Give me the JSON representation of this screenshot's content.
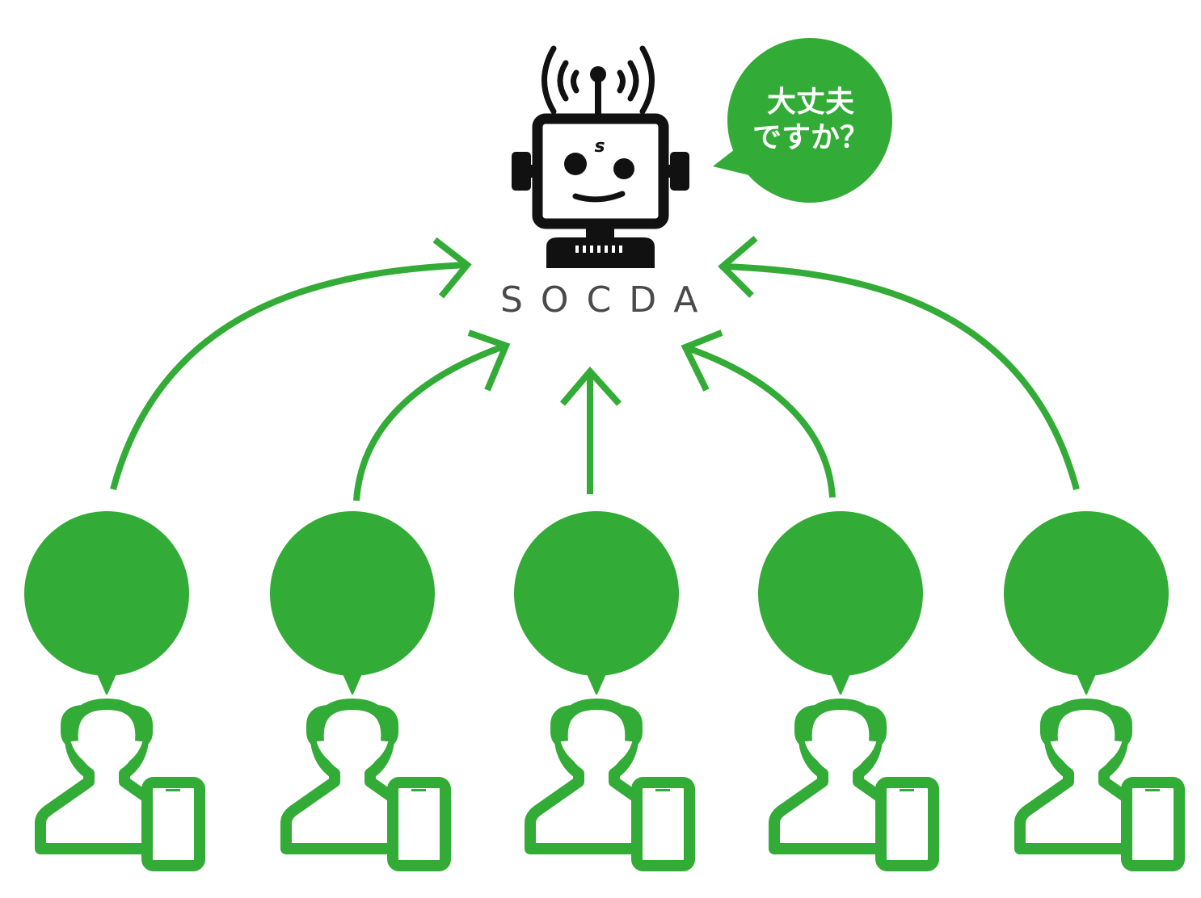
{
  "brand": {
    "name": "SOCDA",
    "icon": "robot-icon"
  },
  "speech_bubble": {
    "line1": "大丈夫",
    "line2": "ですか？"
  },
  "users": [
    {
      "icon": "user-with-phone-icon"
    },
    {
      "icon": "user-with-phone-icon"
    },
    {
      "icon": "user-with-phone-icon"
    },
    {
      "icon": "user-with-phone-icon"
    },
    {
      "icon": "user-with-phone-icon"
    }
  ],
  "colors": {
    "accent": "#33ab37",
    "robot": "#111111",
    "brand_text": "#4a4a4a",
    "background": "#ffffff"
  }
}
